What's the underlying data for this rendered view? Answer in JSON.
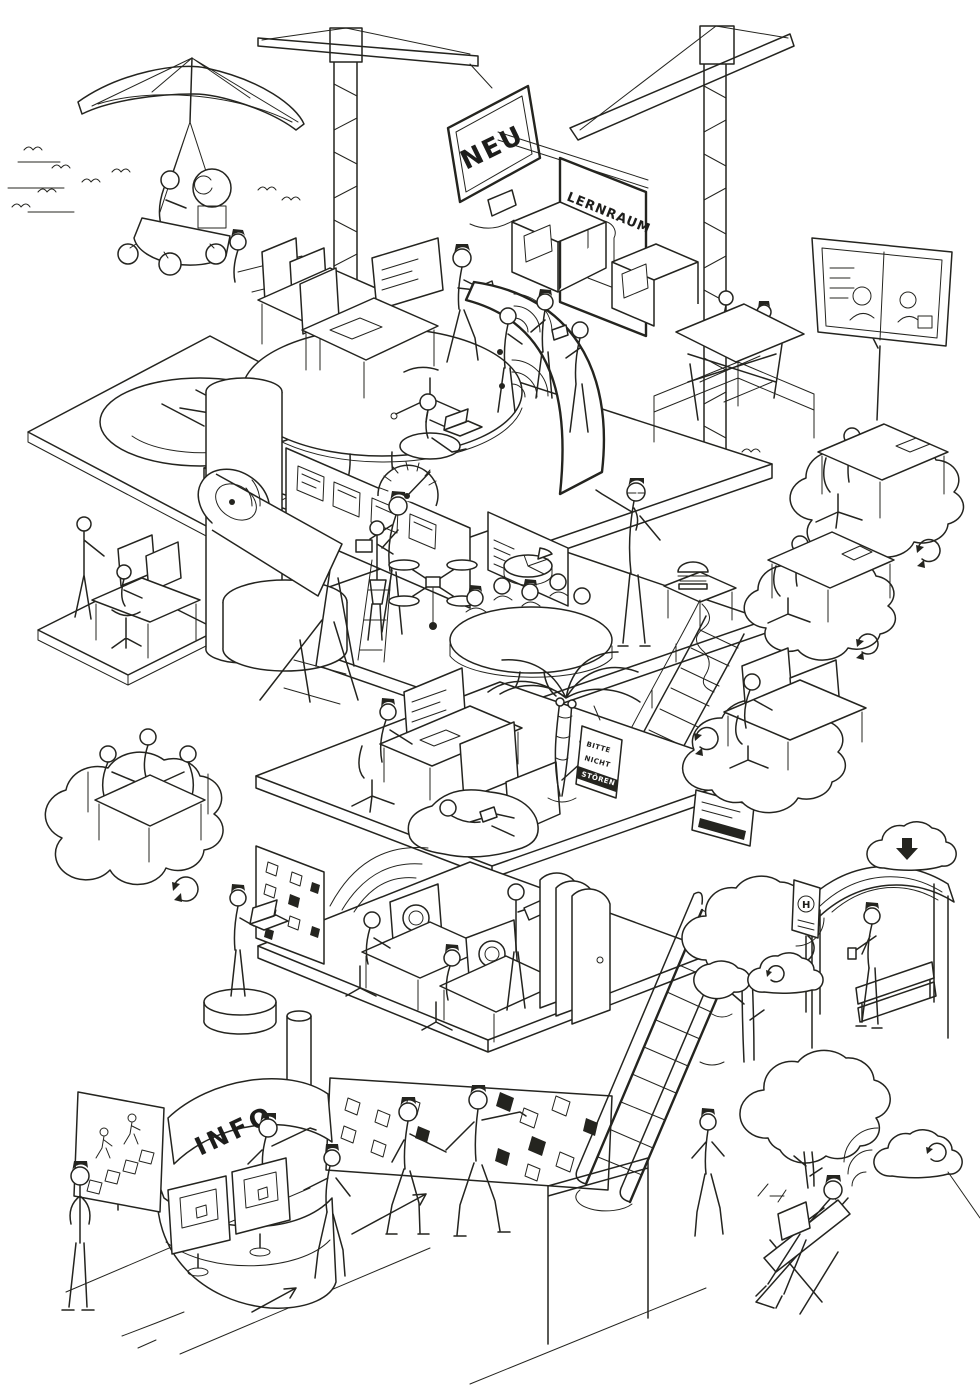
{
  "palette": {
    "ink": "#24241f",
    "paper": "#ffffff"
  },
  "signs": {
    "neu_screen": {
      "label": "NEU"
    },
    "lernraum": {
      "label": "LERNRAUM"
    },
    "do_not_disturb": {
      "line1": "BITTE",
      "line2": "NICHT",
      "line3": "STÖREN"
    },
    "info": {
      "label": "INFO"
    },
    "bus_stop": {
      "label": "H"
    }
  },
  "icons": {
    "sync": "circular refresh arrows",
    "wifi": "radio signal arcs",
    "cloud": "cloud outline",
    "download_cloud": "cloud with down arrow",
    "helipad": "H landing circle",
    "pie_chart": "3D pie chart",
    "gauge": "semicircular dial",
    "floor_arrow": "direction arrow on floor"
  }
}
